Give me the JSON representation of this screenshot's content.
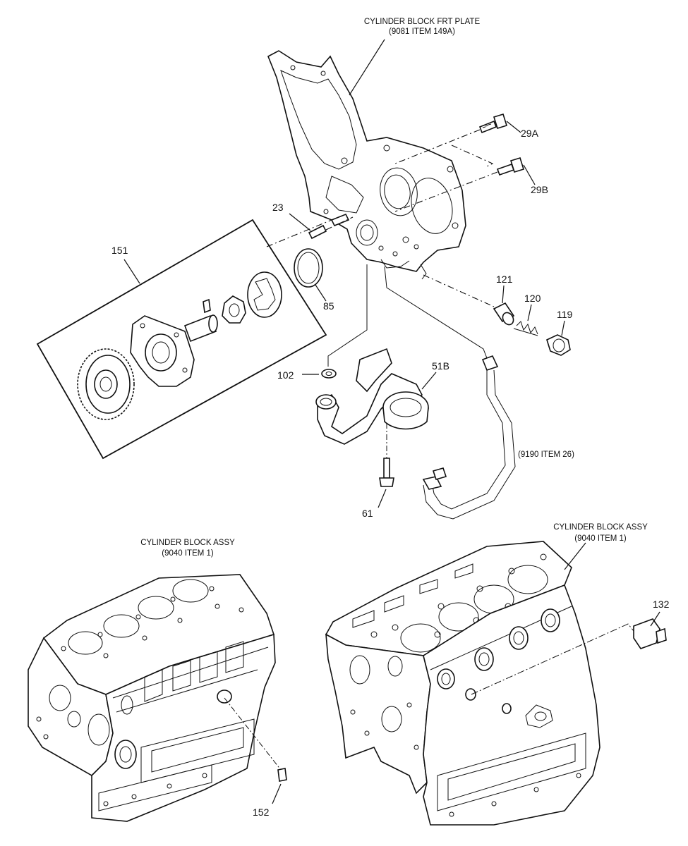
{
  "titles": {
    "frt_plate_line1": "CYLINDER BLOCK FRT PLATE",
    "frt_plate_line2": "(9081 ITEM 149A)",
    "block_left_line1": "CYLINDER BLOCK ASSY",
    "block_left_line2": "(9040 ITEM 1)",
    "block_right_line1": "CYLINDER BLOCK ASSY",
    "block_right_line2": "(9040 ITEM 1)",
    "tube_ref": "(9190 ITEM 26)"
  },
  "callouts": {
    "c29a": "29A",
    "c29b": "29B",
    "c23": "23",
    "c151": "151",
    "c85": "85",
    "c121": "121",
    "c120": "120",
    "c119": "119",
    "c102": "102",
    "c51b": "51B",
    "c61": "61",
    "c132": "132",
    "c152": "152"
  }
}
